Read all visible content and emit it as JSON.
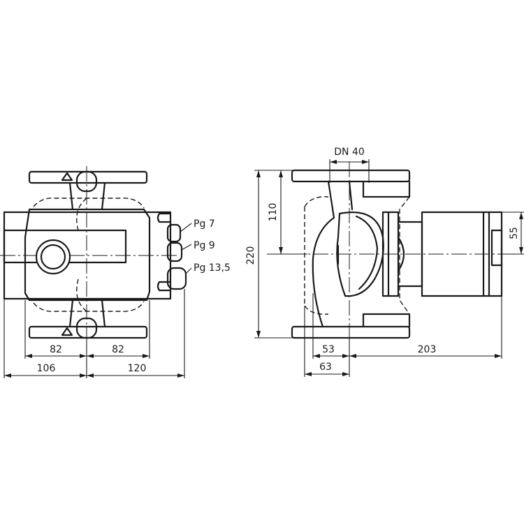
{
  "dimensions": {
    "front_left_inner": "82",
    "front_right_inner": "82",
    "front_left_outer": "106",
    "front_right_outer": "120",
    "side_flange_nominal": "DN 40",
    "side_half_height": "110",
    "side_total_height": "220",
    "side_motor_offset": "55",
    "side_left_53": "53",
    "side_left_63": "63",
    "side_right_203": "203"
  },
  "cable_glands": [
    "Pg 7",
    "Pg 9",
    "Pg 13,5"
  ]
}
